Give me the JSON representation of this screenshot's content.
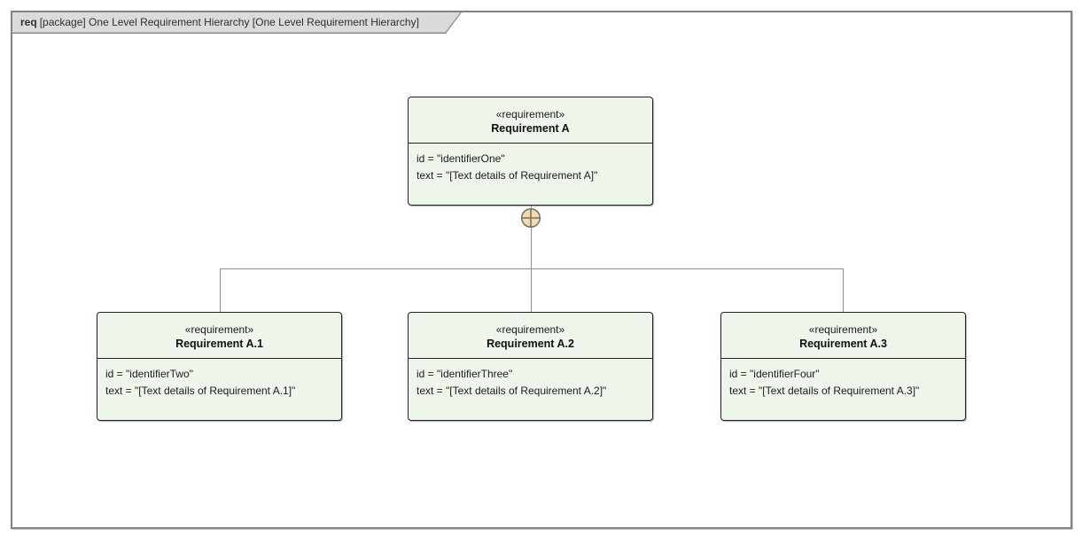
{
  "frame": {
    "tab": {
      "keyword": "req",
      "label": "[package] One Level Requirement Hierarchy [One Level Requirement Hierarchy]"
    }
  },
  "nodes": [
    {
      "stereotype": "«requirement»",
      "name": "Requirement A",
      "attributes": [
        "id = \"identifierOne\"",
        "text = \"[Text details of Requirement A]\""
      ]
    },
    {
      "stereotype": "«requirement»",
      "name": "Requirement A.1",
      "attributes": [
        "id = \"identifierTwo\"",
        "text = \"[Text details of Requirement A.1]\""
      ]
    },
    {
      "stereotype": "«requirement»",
      "name": "Requirement A.2",
      "attributes": [
        "id = \"identifierThree\"",
        "text = \"[Text details of Requirement A.2]\""
      ]
    },
    {
      "stereotype": "«requirement»",
      "name": "Requirement A.3",
      "attributes": [
        "id = \"identifierFour\"",
        "text = \"[Text details of Requirement A.3]\""
      ]
    }
  ],
  "icons": {
    "containment_crosshair": "⊕"
  },
  "colors": {
    "canvas_background": "#ffffff",
    "node_fill": "#eef6ec",
    "node_border": "#222222",
    "connector_line": "#8f8f8f",
    "crosshair_fill": "#f4daa9",
    "crosshair_stroke": "#6e6e6e",
    "tab_fill": "#dbdbdb",
    "frame_border": "#828282"
  }
}
